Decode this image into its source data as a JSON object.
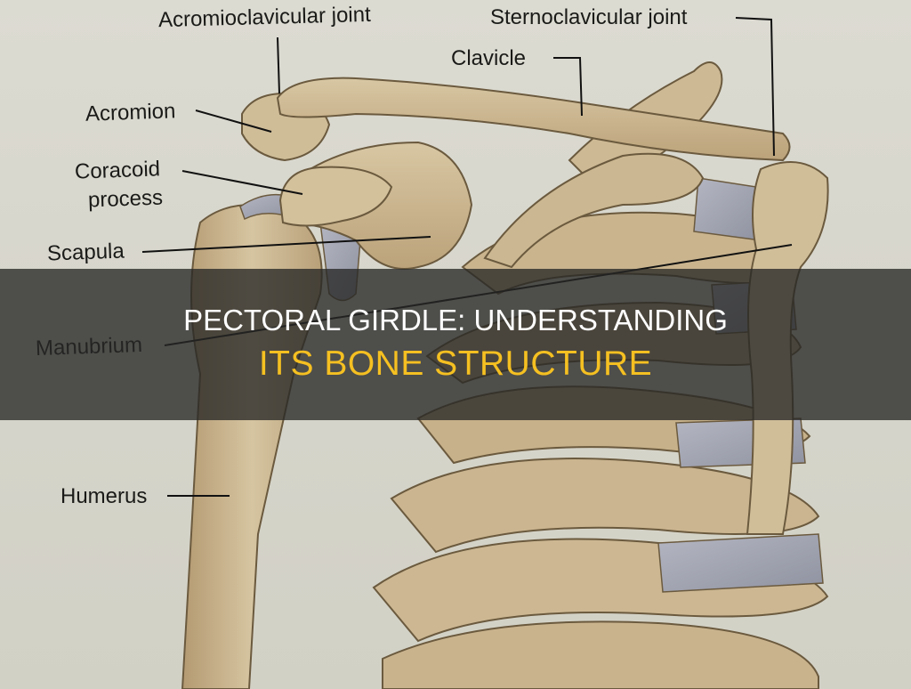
{
  "title": {
    "line1": "PECTORAL GIRDLE: UNDERSTANDING",
    "line2": "ITS BONE STRUCTURE",
    "line1_color": "#ffffff",
    "line2_color": "#f5c021"
  },
  "overlay": {
    "color": "#282826",
    "opacity": 0.78
  },
  "illustration": {
    "labels": [
      {
        "id": "acromioclavicular-joint",
        "text": "Acromioclavicular joint"
      },
      {
        "id": "sternoclavicular-joint",
        "text": "Sternoclavicular joint"
      },
      {
        "id": "clavicle",
        "text": "Clavicle"
      },
      {
        "id": "acromion",
        "text": "Acromion"
      },
      {
        "id": "coracoid-process-1",
        "text": "Coracoid"
      },
      {
        "id": "coracoid-process-2",
        "text": "process"
      },
      {
        "id": "scapula",
        "text": "Scapula"
      },
      {
        "id": "manubrium",
        "text": "Manubrium"
      },
      {
        "id": "humerus",
        "text": "Humerus"
      }
    ],
    "colors": {
      "paper": "#d9d8cf",
      "bone": "#cdb994",
      "bone_shadow": "#a58d66",
      "cartilage": "#a6a8b4",
      "outline": "#6b5a3e"
    }
  }
}
